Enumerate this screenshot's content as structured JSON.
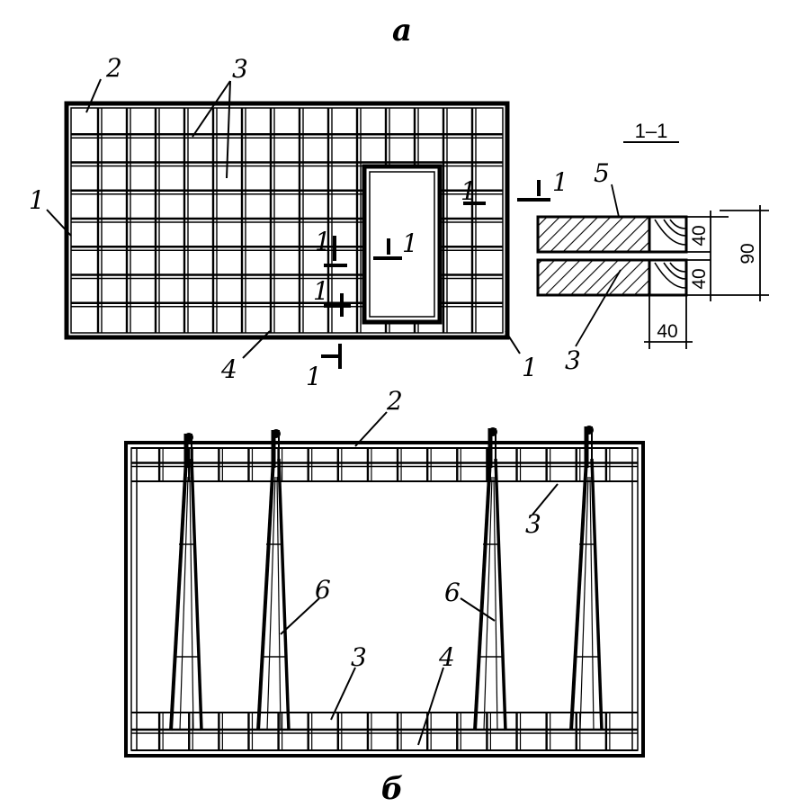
{
  "figure": {
    "part_a_label": "а",
    "part_b_label": "б",
    "section_title": "1–1",
    "section_mark": "1",
    "dim_top": "40",
    "dim_bottom": "40",
    "dim_total": "90",
    "dim_width": "40",
    "callouts_a": [
      "1",
      "2",
      "3",
      "4",
      "1"
    ],
    "callouts_section": [
      "5",
      "3"
    ],
    "callouts_b": [
      "2",
      "3",
      "6",
      "6",
      "3",
      "4"
    ]
  }
}
